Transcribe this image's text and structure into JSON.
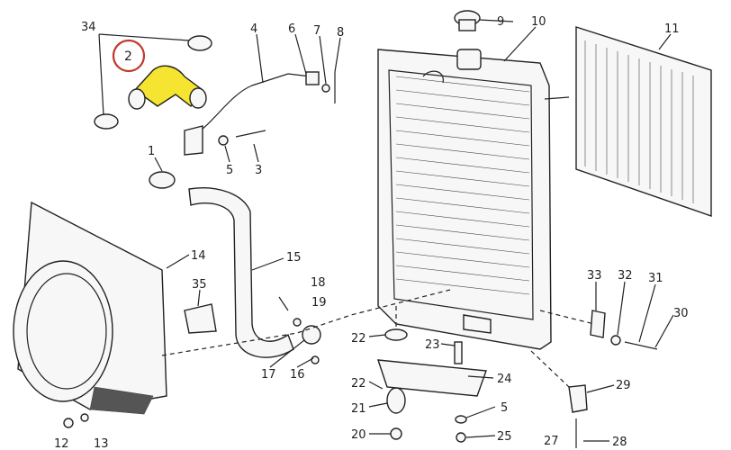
{
  "highlight": {
    "part_label": "2",
    "ring_color": "#c0392b",
    "fill_color": "#f5e530"
  },
  "labels": {
    "l34": "34",
    "l2": "2",
    "l4": "4",
    "l6": "6",
    "l7": "7",
    "l8": "8",
    "l9": "9",
    "l10": "10",
    "l11": "11",
    "l5a": "5",
    "l3": "3",
    "l1": "1",
    "l14": "14",
    "l15": "15",
    "l35": "35",
    "l18": "18",
    "l19": "19",
    "l17": "17",
    "l16": "16",
    "l22a": "22",
    "l23": "23",
    "l22b": "22",
    "l24": "24",
    "l21": "21",
    "l5b": "5",
    "l20": "20",
    "l25": "25",
    "l33": "33",
    "l32": "32",
    "l31": "31",
    "l30": "30",
    "l29": "29",
    "l27": "27",
    "l28": "28",
    "l12": "12",
    "l13": "13"
  }
}
